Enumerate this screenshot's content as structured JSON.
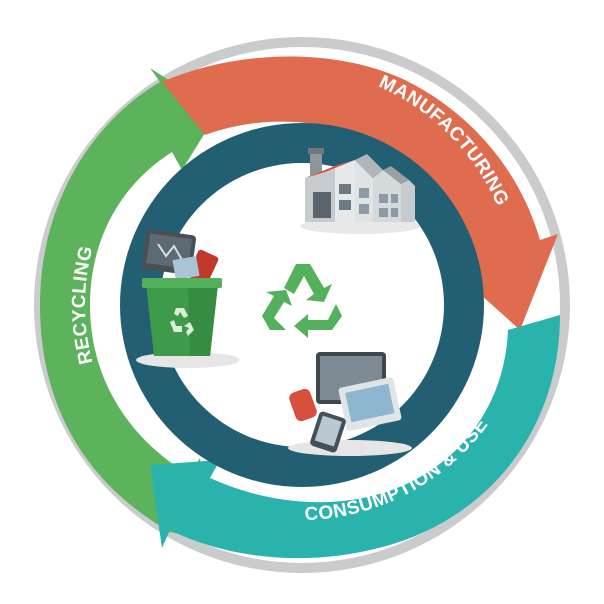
{
  "cycle": {
    "stages": [
      {
        "id": "manufacturing",
        "label": "MANUFACTURING",
        "color": "#e06c50",
        "icon": "factory-icon"
      },
      {
        "id": "consumption",
        "label": "CONSUMPTION & USE",
        "color": "#2ab3ad",
        "icon": "electronics-devices-icon"
      },
      {
        "id": "recycling",
        "label": "RECYCLING",
        "color": "#5db35b",
        "icon": "recycle-bin-icon"
      }
    ],
    "center_icon": "recycle-symbol-icon",
    "colors": {
      "outer_ring": "#c9cbcc",
      "inner_ring": "#235f72",
      "center": "#ffffff",
      "recycle_symbol": "#52b15a"
    }
  }
}
